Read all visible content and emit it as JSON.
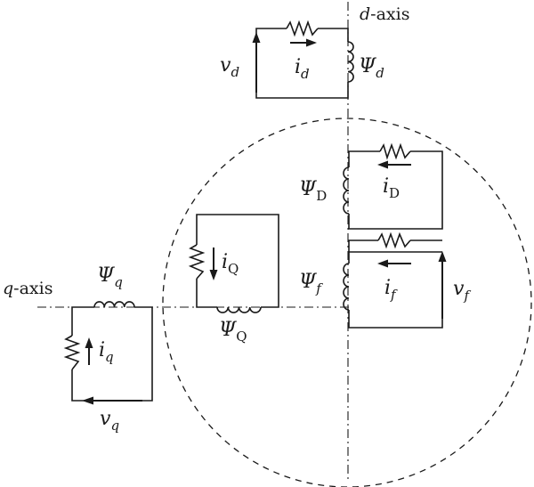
{
  "axes": {
    "d_axis": {
      "var": "d",
      "suffix": "-axis"
    },
    "q_axis": {
      "var": "q",
      "suffix": "-axis"
    }
  },
  "d_circuit": {
    "voltage": {
      "sym": "v",
      "sub": "d"
    },
    "current": {
      "sym": "i",
      "sub": "d"
    },
    "flux": {
      "sym": "Ψ",
      "sub": "d"
    }
  },
  "D_circuit": {
    "current": {
      "sym": "i",
      "sub": "D"
    },
    "flux": {
      "sym": "Ψ",
      "sub": "D"
    }
  },
  "f_circuit": {
    "voltage": {
      "sym": "v",
      "sub": "f"
    },
    "current": {
      "sym": "i",
      "sub": "f"
    },
    "flux": {
      "sym": "Ψ",
      "sub": "f"
    }
  },
  "Q_circuit": {
    "current": {
      "sym": "i",
      "sub": "Q"
    },
    "flux": {
      "sym": "Ψ",
      "sub": "Q"
    }
  },
  "q_circuit": {
    "voltage": {
      "sym": "v",
      "sub": "q"
    },
    "current": {
      "sym": "i",
      "sub": "q"
    },
    "flux": {
      "sym": "Ψ",
      "sub": "q"
    }
  }
}
